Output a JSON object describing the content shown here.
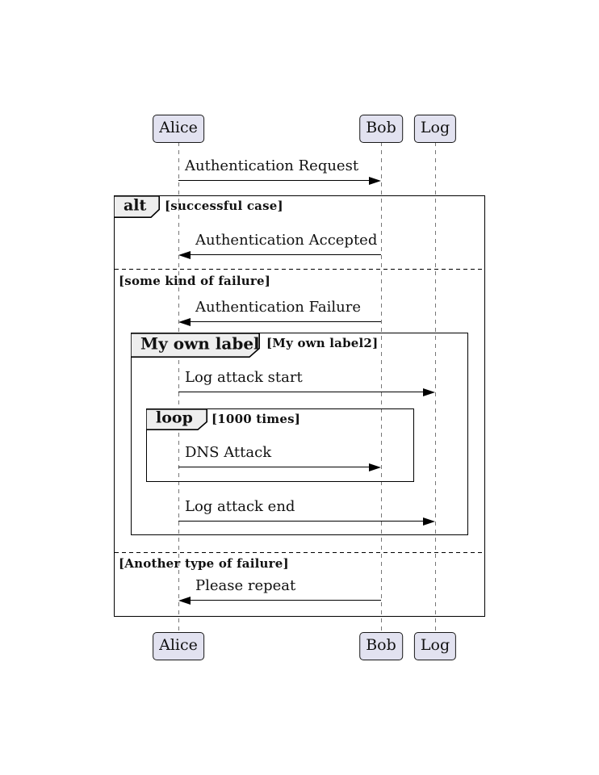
{
  "participants": [
    {
      "label": "Alice"
    },
    {
      "label": "Bob"
    },
    {
      "label": "Log"
    }
  ],
  "messages": [
    {
      "label": "Authentication Request",
      "from": "Alice",
      "to": "Bob"
    },
    {
      "label": "Authentication Accepted",
      "from": "Bob",
      "to": "Alice"
    },
    {
      "label": "Authentication Failure",
      "from": "Bob",
      "to": "Alice"
    },
    {
      "label": "Log attack start",
      "from": "Alice",
      "to": "Log"
    },
    {
      "label": "DNS Attack",
      "from": "Alice",
      "to": "Bob"
    },
    {
      "label": "Log attack end",
      "from": "Alice",
      "to": "Log"
    },
    {
      "label": "Please repeat",
      "from": "Bob",
      "to": "Alice"
    }
  ],
  "fragments": {
    "alt": {
      "operator": "alt",
      "guard": "[successful case]"
    },
    "alt_else_1": {
      "guard": "[some kind of failure]"
    },
    "group": {
      "operator": "My own label",
      "guard": "[My own label2]"
    },
    "loop": {
      "operator": "loop",
      "guard": "[1000 times]"
    },
    "alt_else_2": {
      "guard": "[Another type of failure]"
    }
  },
  "colors": {
    "background": "#FFFFFF",
    "participant_fill": "#E2E2F0",
    "participant_border": "#181818",
    "fragment_label_fill": "#EEEEEE",
    "frame_border": "#000000",
    "lifeline_color": "#777777",
    "arrow_color": "#000000",
    "text_color": "#111111"
  }
}
